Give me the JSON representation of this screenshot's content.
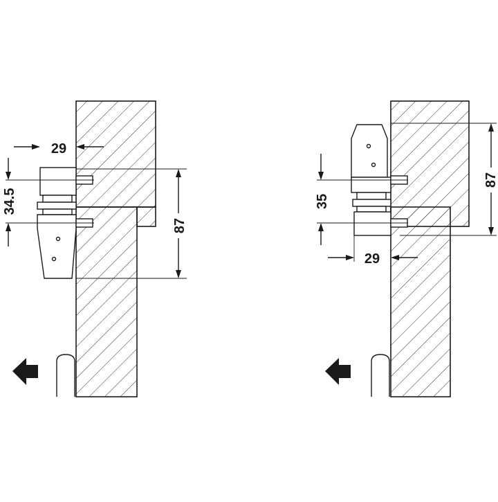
{
  "left_view": {
    "dim_top_label": "29",
    "dim_vertical_label": "34.5",
    "dim_height_label": "87"
  },
  "right_view": {
    "dim_bottom_label": "29",
    "dim_vertical_label": "35",
    "dim_height_label": "87"
  },
  "colors": {
    "line": "#1a1a1a",
    "background": "#ffffff",
    "arrow_fill": "#111111"
  },
  "icons": {
    "direction_arrow": "left-arrow-icon"
  }
}
